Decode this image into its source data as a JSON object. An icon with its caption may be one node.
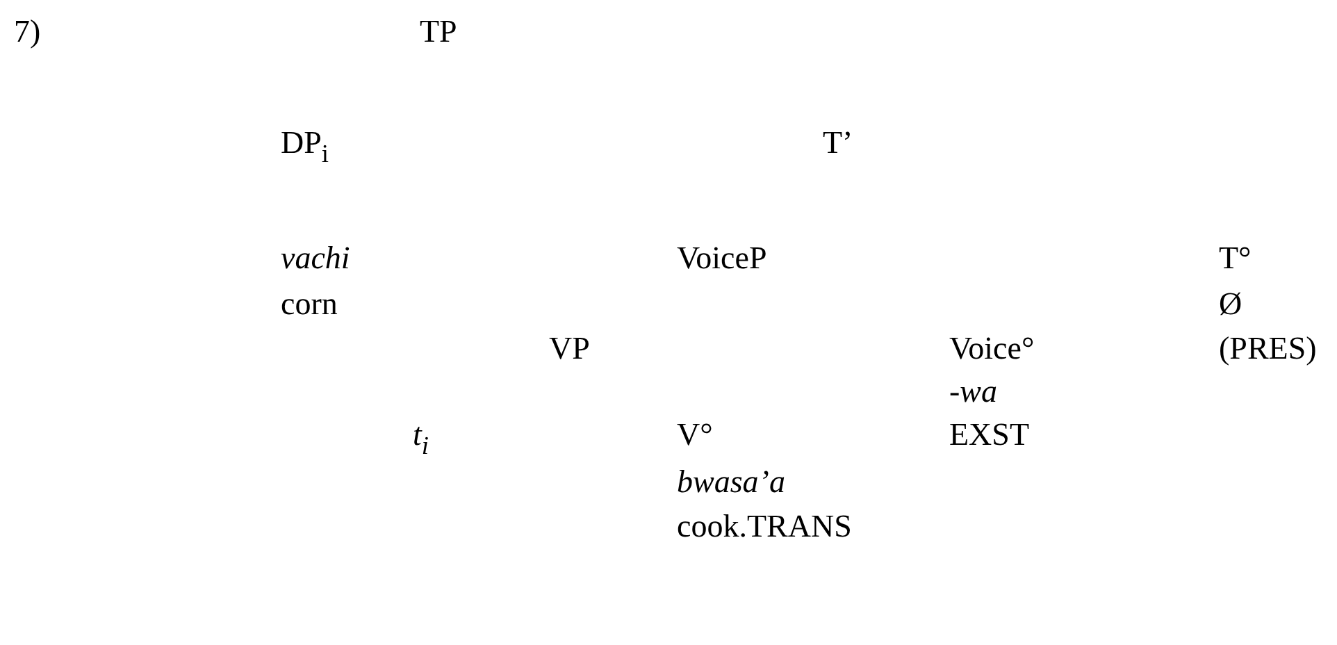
{
  "diagram": {
    "labels": [
      "7)",
      "TP",
      "DP$_{i}$",
      "T’",
      "vachi",
      "VoiceP",
      "T°",
      "corn",
      "Ø",
      "VP",
      "Voice°",
      "(PRES)",
      "-*wa*",
      "t$_{i}$",
      "V°",
      "EXST",
      "bwasa’a",
      "cook.TRANS"
    ]
  }
}
